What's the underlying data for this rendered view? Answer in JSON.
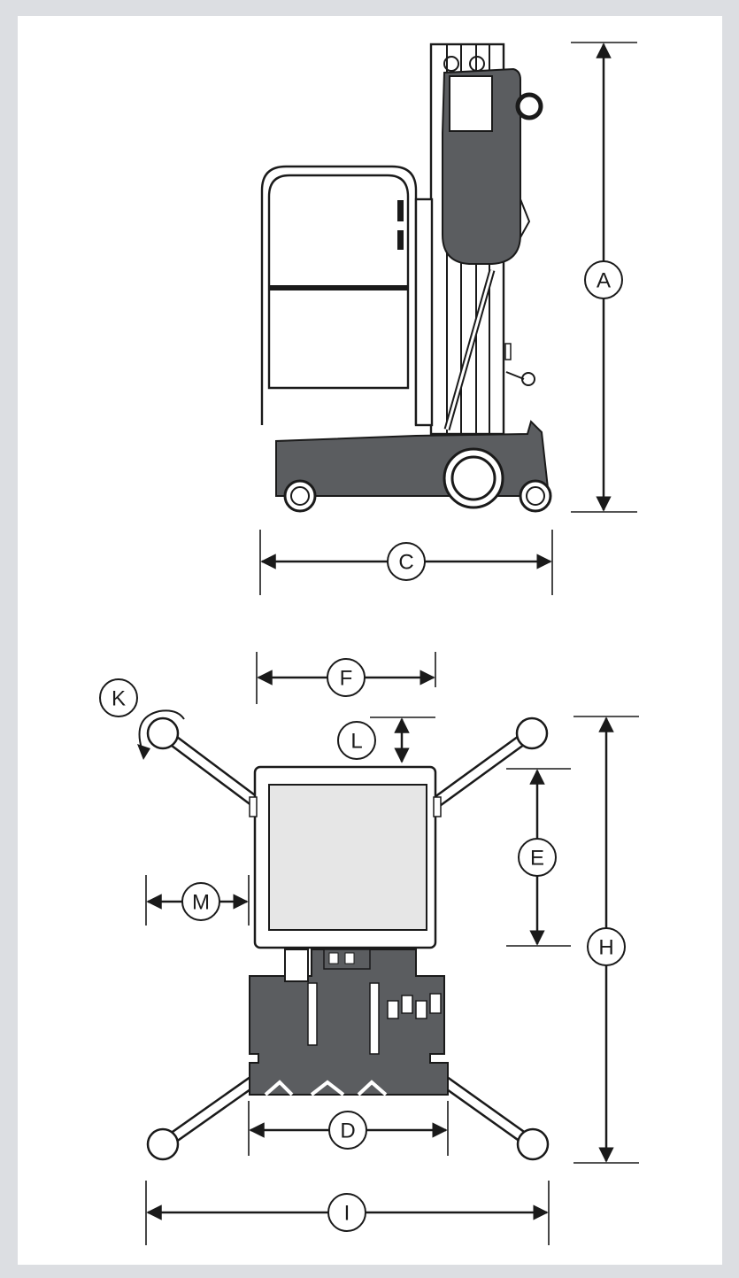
{
  "colors": {
    "background": "#dcdee2",
    "panel": "#ffffff",
    "machine_body": "#5b5d60",
    "platform_fill": "#e6e6e6",
    "line": "#1a1a1a"
  },
  "dimension_labels": {
    "A": "A",
    "C": "C",
    "F": "F",
    "K": "K",
    "L": "L",
    "E": "E",
    "M": "M",
    "H": "H",
    "D": "D",
    "I": "I"
  }
}
